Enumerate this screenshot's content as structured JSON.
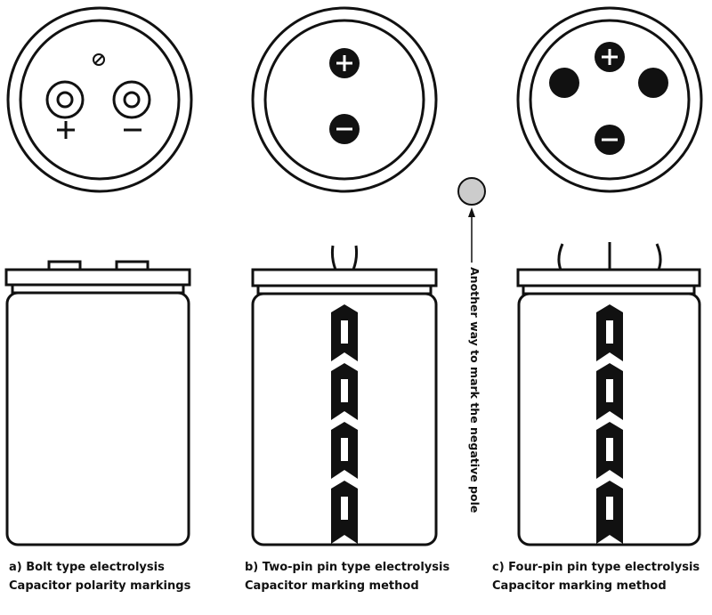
{
  "captions": {
    "a": {
      "line1": "a) Bolt type electrolysis",
      "line2": "Capacitor polarity markings"
    },
    "b": {
      "line1": "b) Two-pin pin type electrolysis",
      "line2": "Capacitor marking method"
    },
    "c": {
      "line1": "c) Four-pin pin type electrolysis",
      "line2": "Capacitor marking method"
    }
  },
  "annotation": "Another way to mark the negative pole",
  "symbols": {
    "plus": "+",
    "minus": "−"
  },
  "colors": {
    "stroke": "#111111",
    "marker": "#cccccc"
  }
}
